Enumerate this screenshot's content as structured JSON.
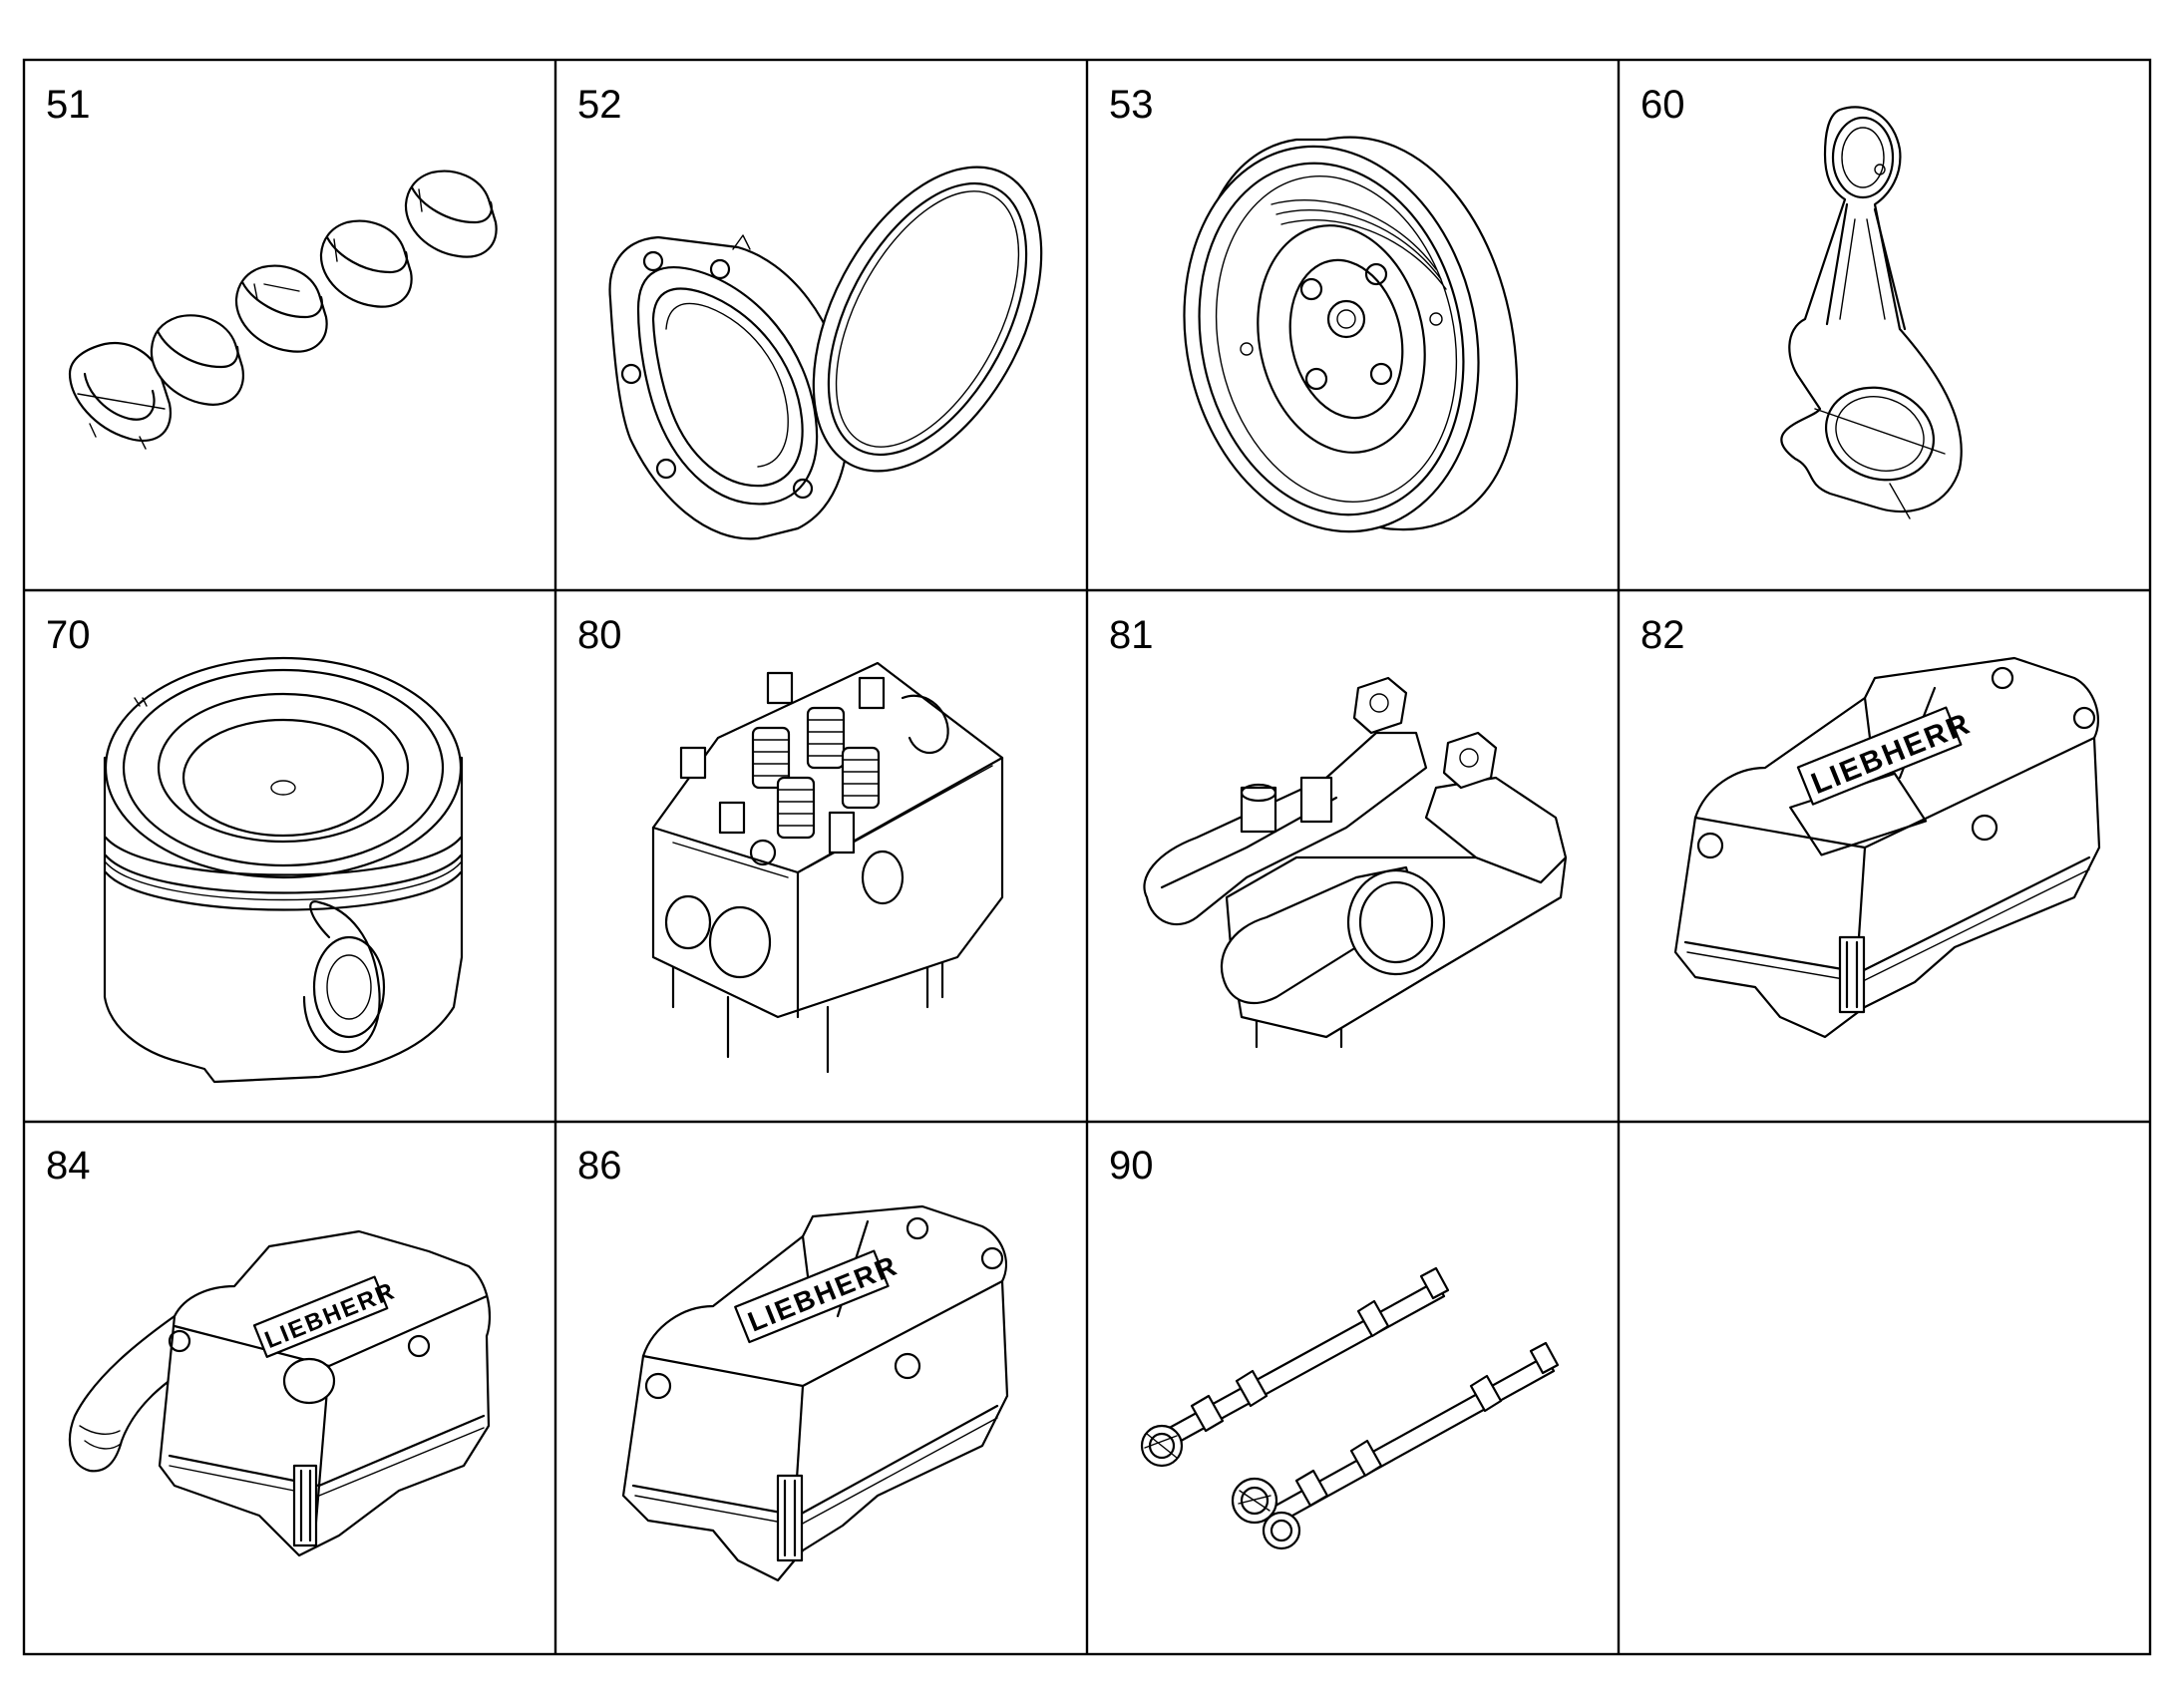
{
  "brand_text": "LIEBHERR",
  "cells": [
    {
      "label": "51",
      "part": "main-bearing-shells"
    },
    {
      "label": "52",
      "part": "seal-carrier-and-shaft-seal"
    },
    {
      "label": "53",
      "part": "vibration-damper"
    },
    {
      "label": "60",
      "part": "connecting-rod"
    },
    {
      "label": "70",
      "part": "piston"
    },
    {
      "label": "80",
      "part": "cylinder-head"
    },
    {
      "label": "81",
      "part": "rocker-arm-assembly"
    },
    {
      "label": "82",
      "part": "cylinder-head-cover"
    },
    {
      "label": "84",
      "part": "cylinder-head-cover-with-breather"
    },
    {
      "label": "86",
      "part": "cylinder-head-cover"
    },
    {
      "label": "90",
      "part": "camshafts"
    },
    {
      "label": "",
      "part": "empty"
    }
  ]
}
